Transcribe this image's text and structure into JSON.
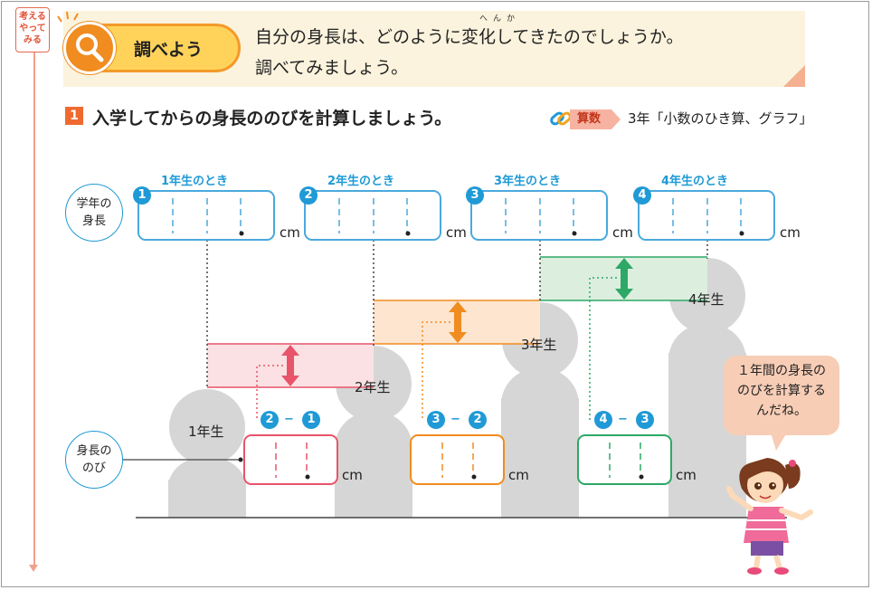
{
  "side_tag": {
    "lines": [
      "考える",
      "やって",
      "みる"
    ]
  },
  "header": {
    "badge_label": "調べよう",
    "ruby": "へんか",
    "intro_line1": "自分の身長は、どのように変化してきたのでしょうか。",
    "intro_line2": "調べてみましょう。"
  },
  "question": {
    "number": "1",
    "text": "入学してからの身長ののびを計算しましょう。",
    "link_subject": "算数",
    "link_reference": "3年「小数のひき算、グラフ」"
  },
  "row_labels": {
    "height_line1": "学年の",
    "height_line2": "身長",
    "growth_line1": "身長の",
    "growth_line2": "のび"
  },
  "grades": [
    {
      "num": "1",
      "label": "1年生のとき",
      "figure": "1年生"
    },
    {
      "num": "2",
      "label": "2年生のとき",
      "figure": "2年生"
    },
    {
      "num": "3",
      "label": "3年生のとき",
      "figure": "3年生"
    },
    {
      "num": "4",
      "label": "4年生のとき",
      "figure": "4年生"
    }
  ],
  "unit": "cm",
  "differences": [
    {
      "a": "2",
      "op": "−",
      "b": "1",
      "color": "#e8546a"
    },
    {
      "a": "3",
      "op": "−",
      "b": "2",
      "color": "#f08c20"
    },
    {
      "a": "4",
      "op": "−",
      "b": "3",
      "color": "#2ea866"
    }
  ],
  "speech_bubble": {
    "line1": "１年間の身長の",
    "line2": "のびを計算する",
    "line3": "んだね。"
  },
  "colors": {
    "blue": "#1f9ad6",
    "pink": "#e8546a",
    "orange": "#f08c20",
    "green": "#2ea866",
    "silhouette": "#d6d6d6"
  }
}
